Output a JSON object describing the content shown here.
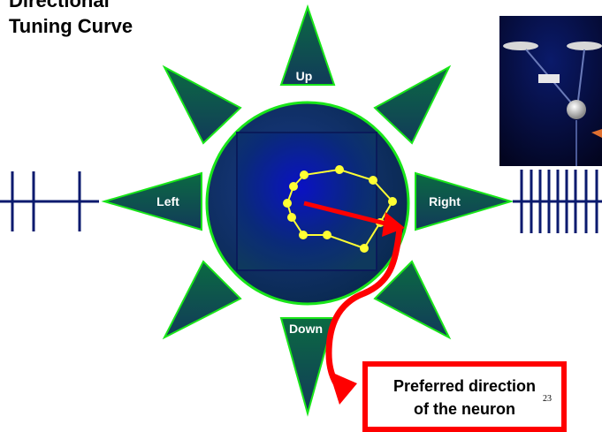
{
  "title": {
    "line1": "Directional",
    "line2": "Tuning Curve"
  },
  "directions": {
    "up": "Up",
    "down": "Down",
    "left": "Left",
    "right": "Right"
  },
  "callout": {
    "line1": "Preferred direction",
    "line2": "of the neuron"
  },
  "page_number": "23",
  "colors": {
    "arrow_fill": "#0f5a3c",
    "arrow_stroke": "#19e619",
    "circle_fill": "#0a2a5c",
    "tuning_curve": "#ffff33",
    "preferred_arrow": "#ff0000",
    "spike_train": "#0a1a6e"
  }
}
